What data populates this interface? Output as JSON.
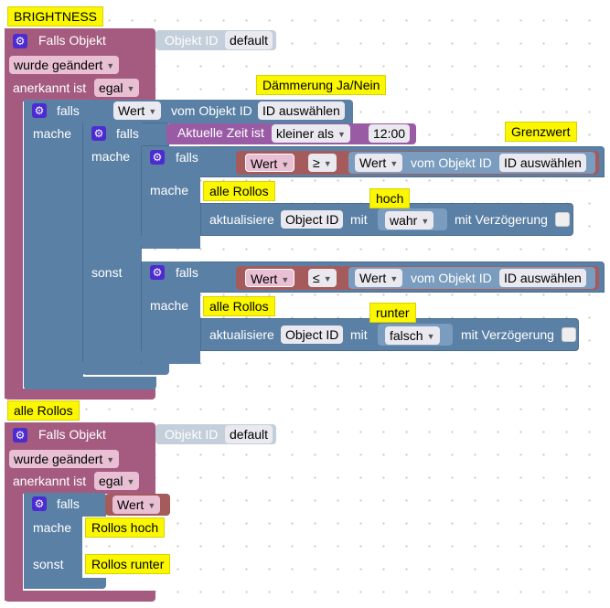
{
  "comments": {
    "brightness": "BRIGHTNESS",
    "daemmerung": "Dämmerung Ja/Nein",
    "grenzwert": "Grenzwert",
    "hoch": "hoch",
    "runter": "runter",
    "alle_rollos_1": "alle Rollos",
    "alle_rollos_2": "alle Rollos",
    "alle_rollos_title": "alle Rollos",
    "rollos_hoch": "Rollos hoch",
    "rollos_runter": "Rollos runter"
  },
  "block1": {
    "falls_objekt": "Falls Objekt",
    "objekt_id_label": "Objekt ID",
    "objekt_id_value": "default",
    "trigger": "wurde geändert",
    "anerkannt_label": "anerkannt ist",
    "anerkannt_value": "egal",
    "falls": "falls",
    "wert": "Wert",
    "vom_objekt_id": "vom Objekt ID",
    "id_auswaehlen": "ID auswählen",
    "mache": "mache",
    "aktuelle_zeit": "Aktuelle Zeit ist",
    "kleiner_als": "kleiner als",
    "time": "12:00",
    "inner_if1": {
      "falls": "falls",
      "wert": "Wert",
      "op": "≥",
      "wert2": "Wert",
      "vom_objekt_id": "vom Objekt ID",
      "id_auswaehlen": "ID auswählen",
      "mache": "mache",
      "aktualisiere": "aktualisiere",
      "object_id": "Object ID",
      "mit": "mit",
      "value": "wahr",
      "mit_verzoegerung": "mit Verzögerung"
    },
    "sonst": "sonst",
    "inner_if2": {
      "falls": "falls",
      "wert": "Wert",
      "op": "≤",
      "wert2": "Wert",
      "vom_objekt_id": "vom Objekt ID",
      "id_auswaehlen": "ID auswählen",
      "mache": "mache",
      "aktualisiere": "aktualisiere",
      "object_id": "Object ID",
      "mit": "mit",
      "value": "falsch",
      "mit_verzoegerung": "mit Verzögerung"
    }
  },
  "block2": {
    "falls_objekt": "Falls Objekt",
    "objekt_id_label": "Objekt ID",
    "objekt_id_value": "default",
    "trigger": "wurde geändert",
    "anerkannt_label": "anerkannt ist",
    "anerkannt_value": "egal",
    "falls": "falls",
    "wert": "Wert",
    "mache": "mache",
    "sonst": "sonst"
  },
  "icons": {
    "gear": "gear-icon",
    "dropdown": "triangle-down-icon"
  },
  "colors": {
    "event_block": "#a55b80",
    "logic_block": "#5b80a5",
    "value_block": "#a55b5b",
    "time_block": "#9a5ba5",
    "comment": "#fbf700",
    "gear": "#4c2bd0"
  }
}
